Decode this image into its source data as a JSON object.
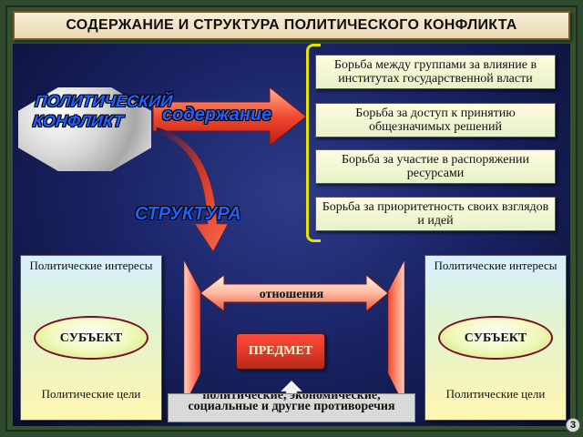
{
  "header": {
    "title": "СОДЕРЖАНИЕ И СТРУКТУРА ПОЛИТИЧЕСКОГО КОНФЛИКТА"
  },
  "center": {
    "octagon_line1": "ПОЛИТИЧЕСКИЙ",
    "octagon_line2": "КОНФЛИКТ",
    "content_word": "содержание",
    "structure_word": "СТРУКТУРА"
  },
  "content_items": [
    "Борьба между группами за влияние в институтах государственной власти",
    "Борьба за доступ к принятию общезначимых решений",
    "Борьба за участие в распоряжении ресурсами",
    "Борьба за приоритетность своих взглядов и идей"
  ],
  "left_panel": {
    "interests": "Политические интересы",
    "subject": "СУБЪЕКТ",
    "goals": "Политические цели"
  },
  "right_panel": {
    "interests": "Политические интересы",
    "subject": "СУБЪЕКТ",
    "goals": "Политические цели"
  },
  "relations": {
    "label": "отношения"
  },
  "object": {
    "label": "ПРЕДМЕТ"
  },
  "contradictions": {
    "label": "политические, экономические, социальные и другие противоречия"
  },
  "page": {
    "number": "3"
  },
  "colors": {
    "accent_blue": "#2060ff",
    "arrow_red": "#e83a2a",
    "brace_yellow": "#e6e200"
  }
}
